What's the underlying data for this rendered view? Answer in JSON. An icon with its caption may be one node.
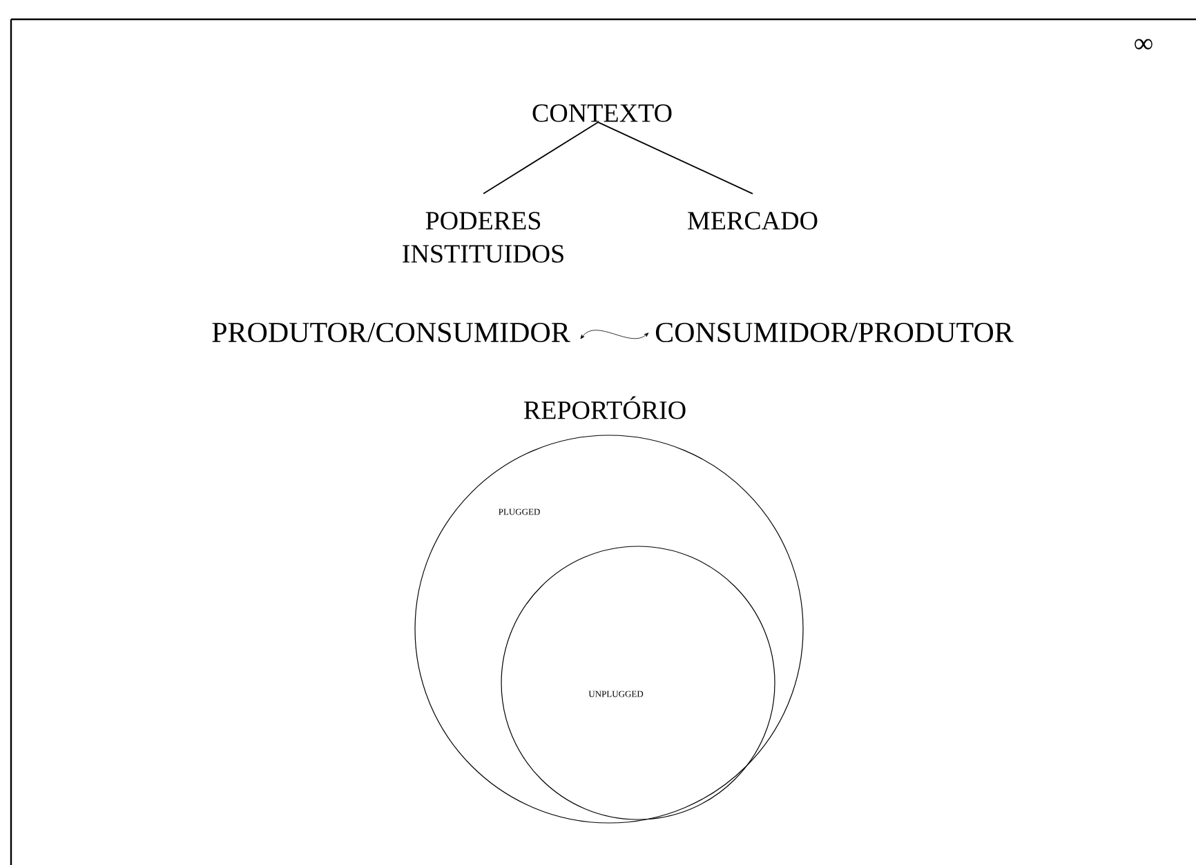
{
  "diagram": {
    "nodes": [
      {
        "text": [
          "CONTEXTO"
        ]
      },
      {
        "text": [
          "PODERES INSTITUIDOS"
        ]
      },
      {
        "text": [
          "MERCADO"
        ]
      },
      {
        "text": [
          "PRODUTOR/CONSUMIDOR"
        ]
      },
      {
        "text": [
          "CONSUMIDOR/PRODUTOR"
        ]
      },
      {
        "text": [
          "REPORTÓRIO",
          "PLUGGED"
        ]
      },
      {
        "text": [
          "UNPLUGGED"
        ],
        "in": 5
      }
    ],
    "edges": [
      {
        "from": 0,
        "to": 1,
        "arrow": "none"
      },
      {
        "from": 0,
        "to": 2,
        "arrow": "none"
      },
      {
        "from": 3,
        "to": 4,
        "arrow": "both"
      }
    ],
    "labels": [
      "∞"
    ]
  }
}
